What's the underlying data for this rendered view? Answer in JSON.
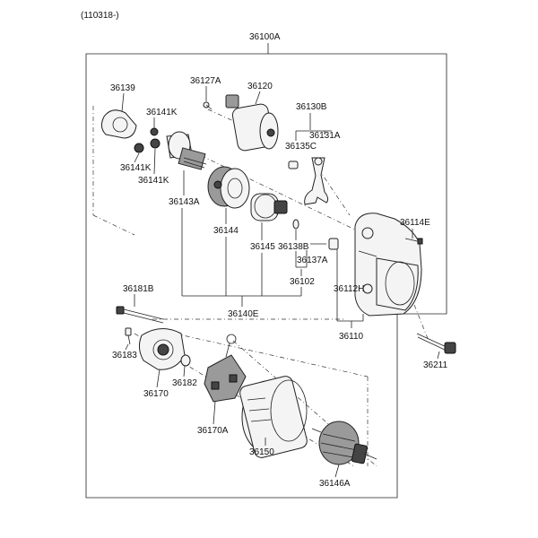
{
  "header": {
    "code": "(110318-)"
  },
  "assembly": {
    "id": "36100A"
  },
  "labels": {
    "p36139": "36139",
    "p36141K_a": "36141K",
    "p36141K_b": "36141K",
    "p36141K_c": "36141K",
    "p36143A": "36143A",
    "p36127A": "36127A",
    "p36120": "36120",
    "p36130B": "36130B",
    "p36135C": "36135C",
    "p36131A": "36131A",
    "p36144": "36144",
    "p36145": "36145",
    "p36138B": "36138B",
    "p36137A": "36137A",
    "p36102": "36102",
    "p36140E": "36140E",
    "p36114E": "36114E",
    "p36112H": "36112H",
    "p36110": "36110",
    "p36211": "36211",
    "p36181B": "36181B",
    "p36183": "36183",
    "p36170": "36170",
    "p36182": "36182",
    "p36170A": "36170A",
    "p36150": "36150",
    "p36146A": "36146A"
  }
}
